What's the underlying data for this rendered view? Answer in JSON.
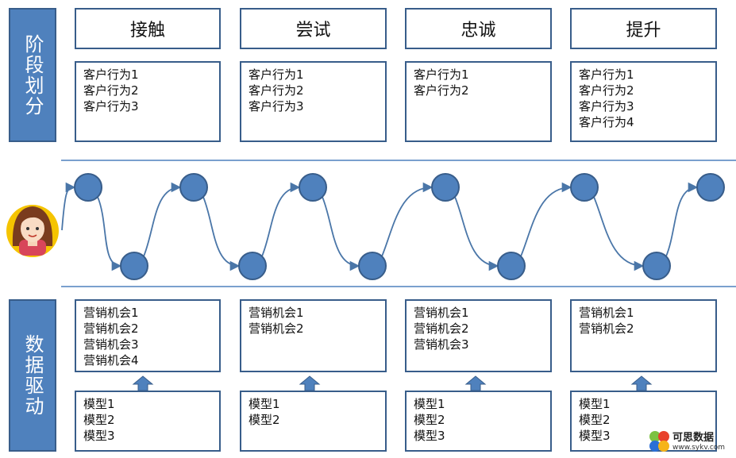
{
  "side_labels": {
    "top": "阶段划分",
    "bottom": "数据驱动"
  },
  "stages": [
    {
      "title": "接触",
      "behaviors": [
        "客户行为1",
        "客户行为2",
        "客户行为3"
      ],
      "opportunities": [
        "营销机会1",
        "营销机会2",
        "营销机会3",
        "营销机会4"
      ],
      "models": [
        "模型1",
        "模型2",
        "模型3"
      ]
    },
    {
      "title": "尝试",
      "behaviors": [
        "客户行为1",
        "客户行为2",
        "客户行为3"
      ],
      "opportunities": [
        "营销机会1",
        "营销机会2"
      ],
      "models": [
        "模型1",
        "模型2"
      ]
    },
    {
      "title": "忠诚",
      "behaviors": [
        "客户行为1",
        "客户行为2"
      ],
      "opportunities": [
        "营销机会1",
        "营销机会2",
        "营销机会3"
      ],
      "models": [
        "模型1",
        "模型2",
        "模型3"
      ]
    },
    {
      "title": "提升",
      "behaviors": [
        "客户行为1",
        "客户行为2",
        "客户行为3",
        "客户行为4"
      ],
      "opportunities": [
        "营销机会1",
        "营销机会2"
      ],
      "models": [
        "模型1",
        "模型2",
        "模型3"
      ]
    }
  ],
  "colors": {
    "accent": "#4f81bd",
    "border": "#385d8a",
    "journey_line": "#4a76a8",
    "divider": "#4f81bd"
  },
  "icons": {
    "customer": "customer-avatar-icon",
    "node": "journey-node-icon",
    "up_arrow": "up-arrow-icon"
  },
  "watermark": {
    "logo": "sykv-logo",
    "name": "可思数据",
    "url": "www.sykv.com"
  }
}
